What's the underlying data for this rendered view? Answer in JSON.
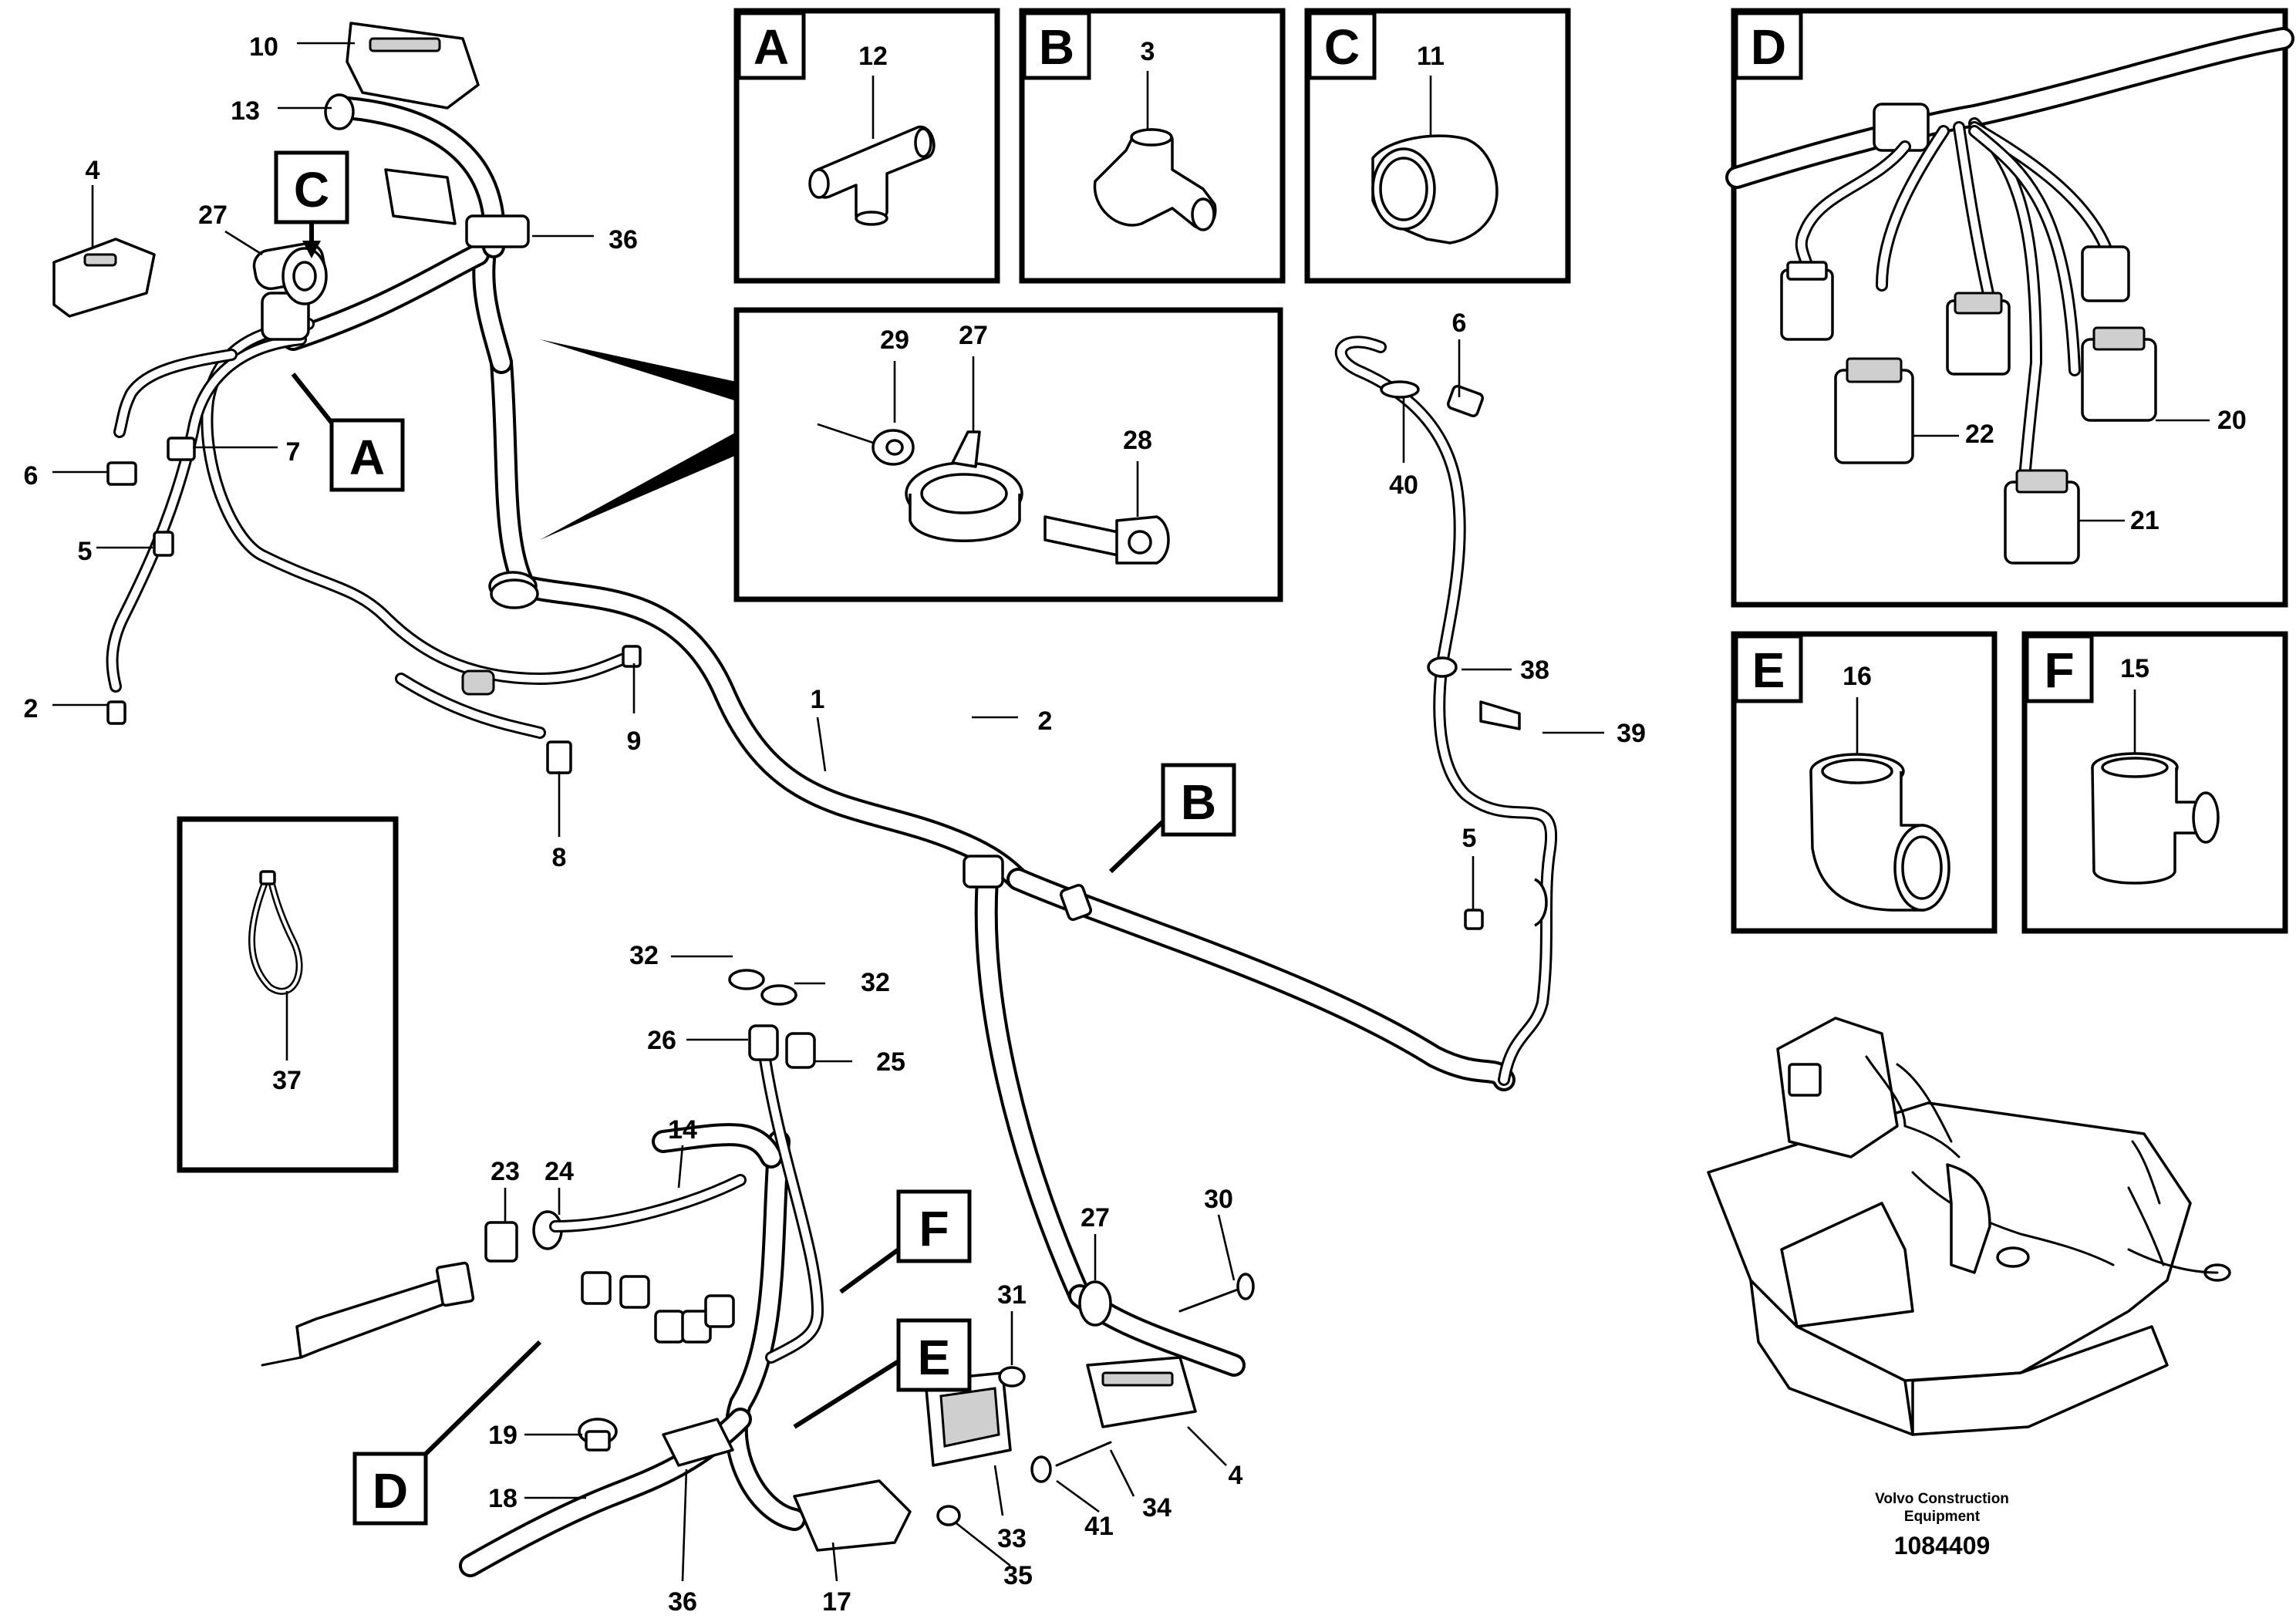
{
  "detail_boxes": {
    "A": {
      "letter": "A",
      "part": "12"
    },
    "B": {
      "letter": "B",
      "part": "3"
    },
    "C": {
      "letter": "C",
      "part": "11"
    },
    "D": {
      "letter": "D",
      "parts": [
        "22",
        "20",
        "21"
      ]
    },
    "E": {
      "letter": "E",
      "part": "16"
    },
    "F": {
      "letter": "F",
      "part": "15"
    },
    "clamp_detail": {
      "parts": [
        "29",
        "27",
        "28"
      ]
    },
    "tie_detail": {
      "part": "37"
    }
  },
  "view_tags": [
    "A",
    "B",
    "C",
    "D",
    "E",
    "F"
  ],
  "part_labels": {
    "p10": "10",
    "p13": "13",
    "p4a": "4",
    "p27a": "27",
    "p36a": "36",
    "p6a": "6",
    "p7": "7",
    "p5a": "5",
    "p2a": "2",
    "p9": "9",
    "p8": "8",
    "p1": "1",
    "p2b": "2",
    "p6b": "6",
    "p40": "40",
    "p38": "38",
    "p39": "39",
    "p5b": "5",
    "p32a": "32",
    "p32b": "32",
    "p26": "26",
    "p25": "25",
    "p14": "14",
    "p23": "23",
    "p24": "24",
    "p27b": "27",
    "p30": "30",
    "p31": "31",
    "p19": "19",
    "p18": "18",
    "p36b": "36",
    "p17": "17",
    "p33": "33",
    "p41": "41",
    "p34": "34",
    "p35": "35",
    "p4b": "4"
  },
  "footer": {
    "brand_line1": "Volvo Construction",
    "brand_line2": "Equipment",
    "doc_number": "1084409"
  }
}
